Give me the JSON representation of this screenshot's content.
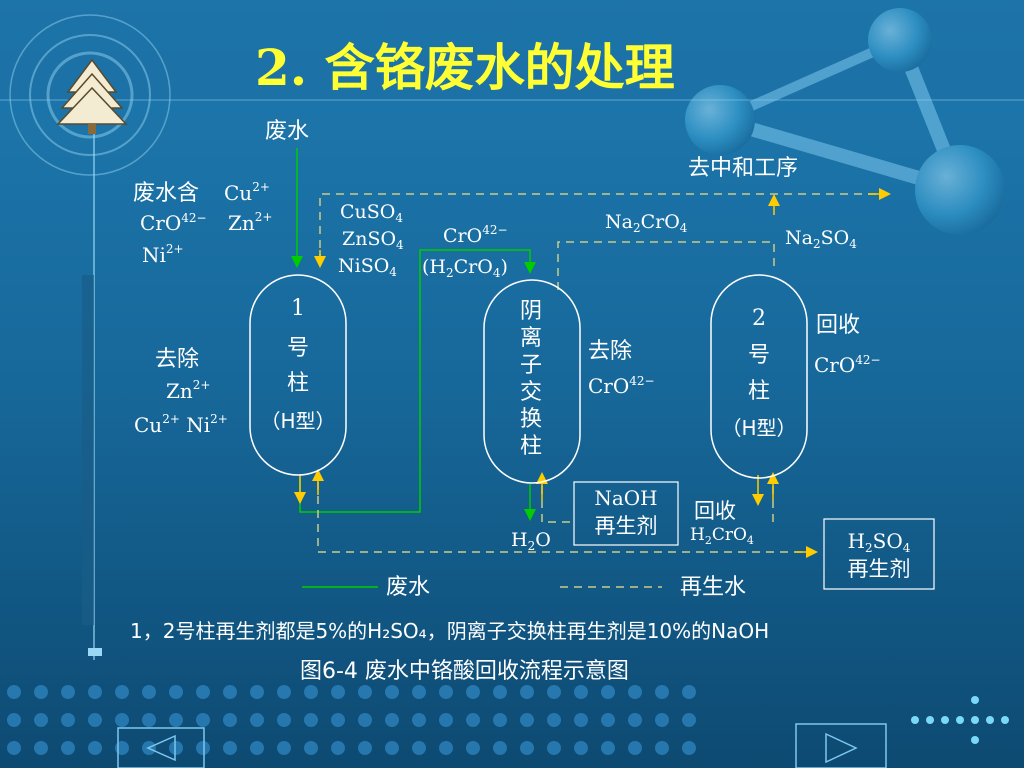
{
  "title": "2. 含铬废水的处理",
  "inputs": {
    "wastewater": "废水",
    "wastewater_contains": "废水含",
    "to_neutralization": "去中和工序"
  },
  "column1": {
    "label_num": "1",
    "label_hao": "号",
    "label_zhu": "柱",
    "label_type": "（H型）",
    "remove_label": "去除"
  },
  "column_anion": {
    "chars": [
      "阴",
      "离",
      "子",
      "交",
      "换",
      "柱"
    ],
    "remove_label": "去除"
  },
  "column2": {
    "label_num": "2",
    "label_hao": "号",
    "label_zhu": "柱",
    "label_type": "（H型）",
    "recover_label": "回收"
  },
  "boxes": {
    "naoh_top": "NaOH",
    "naoh_bottom": "再生剂",
    "h2so4_top": "H₂SO₄",
    "h2so4_bottom": "再生剂"
  },
  "misc": {
    "recover_h2cro4_label": "回收",
    "h2o": "H₂O"
  },
  "legend": {
    "wastewater": "废水",
    "regen": "再生水"
  },
  "footnote": "1，2号柱再生剂都是5%的H₂SO₄，阴离子交换柱再生剂是10%的NaOH",
  "figure_caption": "图6-4 废水中铬酸回收流程示意图",
  "colors": {
    "background": "#1a6a9a",
    "title": "#ffff33",
    "green_line": "#00cc00",
    "regen_line": "#cccc88",
    "arrow_yellow": "#ffcc00"
  }
}
